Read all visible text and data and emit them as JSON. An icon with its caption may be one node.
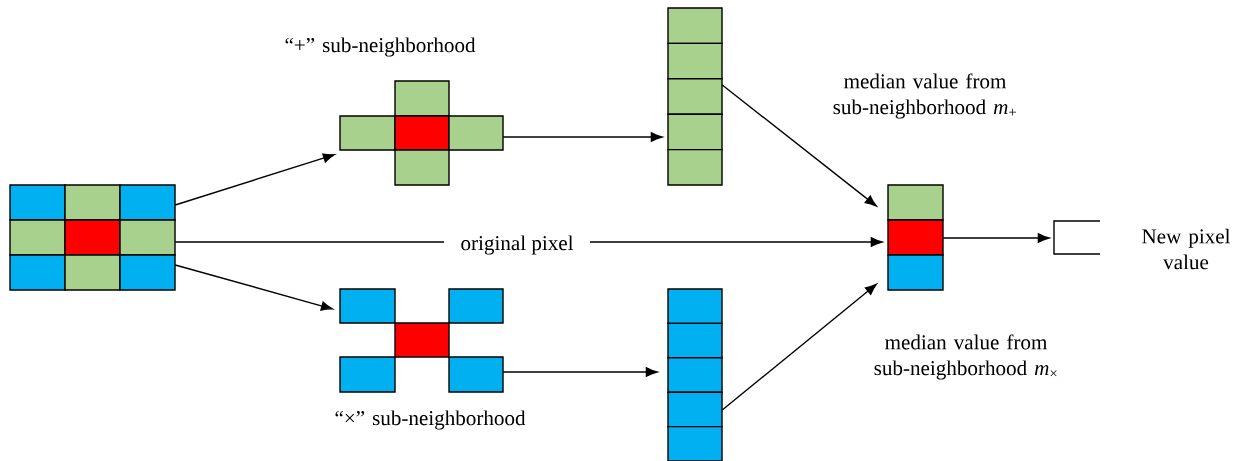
{
  "diagram": {
    "nodes": [
      {
        "text": [],
        "shape": "grid"
      },
      {
        "text": [],
        "shape": "cross",
        "beside": [
          "“+” sub-neighborhood"
        ]
      },
      {
        "text": [],
        "shape": "cross",
        "beside": [
          "“×” sub-neighborhood"
        ]
      },
      {
        "text": [],
        "shape": "column"
      },
      {
        "text": [],
        "shape": "column"
      },
      {
        "text": [],
        "shape": "column"
      },
      {
        "text": [],
        "shape": "box",
        "beside": [
          "New pixel value"
        ]
      }
    ],
    "edges": [
      {
        "from": 0,
        "to": 1,
        "arrow": "to"
      },
      {
        "from": 0,
        "to": 2,
        "arrow": "to"
      },
      {
        "from": 0,
        "to": 5,
        "arrow": "to",
        "label": "original pixel"
      },
      {
        "from": 1,
        "to": 3,
        "arrow": "to"
      },
      {
        "from": 2,
        "to": 4,
        "arrow": "to"
      },
      {
        "from": 3,
        "to": 5,
        "arrow": "to"
      },
      {
        "from": 4,
        "to": 5,
        "arrow": "to"
      },
      {
        "from": 5,
        "to": 6,
        "arrow": "to"
      }
    ],
    "labels": [
      "median value from sub-neighborhood *m*$_{+}$",
      "median value from sub-neighborhood *m*$_{×}$"
    ]
  }
}
